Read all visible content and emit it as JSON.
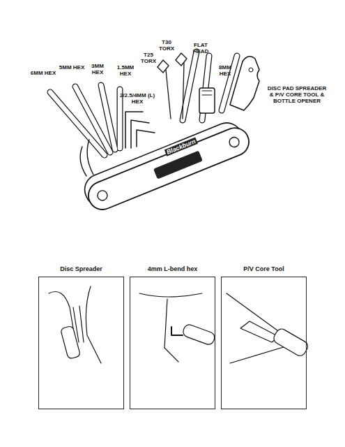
{
  "diagram": {
    "nodes": [
      {
        "text": [
          "Disc Spreader"
        ]
      },
      {
        "text": [
          "4mm L-bend hex"
        ]
      },
      {
        "text": [
          "P/V Core Tool"
        ]
      }
    ],
    "labels": [
      "6MM HEX",
      "5MM HEX",
      "3MM HEX",
      "1.5MM HEX",
      "T25 TORX",
      "T30 TORX",
      "FLAT HEAD",
      "8MM HEX",
      "2/2.5/4MM (L) HEX",
      "DISC PAD SPREADER & P/V CORE TOOL & BOTTLE OPENER",
      "Blackburn"
    ]
  }
}
